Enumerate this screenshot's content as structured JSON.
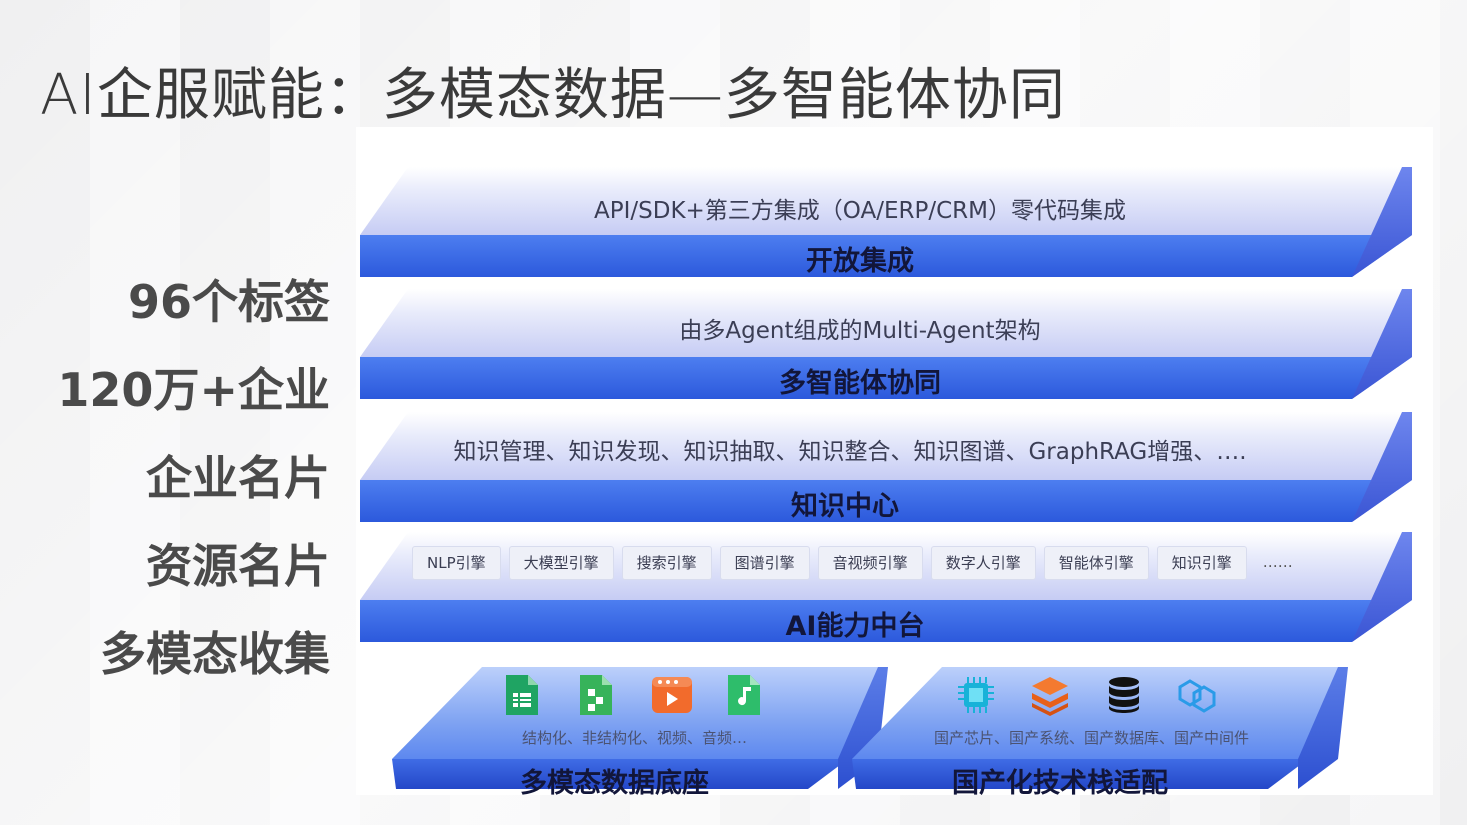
{
  "title": "AI企服赋能：多模态数据—多智能体协同",
  "stats": [
    "96个标签",
    "120万+企业",
    "企业名片",
    "资源名片",
    "多模态收集"
  ],
  "layers": {
    "open": {
      "sub": "API/SDK+第三方集成（OA/ERP/CRM）零代码集成",
      "name": "开放集成"
    },
    "agent": {
      "sub": "由多Agent组成的Multi-Agent架构",
      "name": "多智能体协同"
    },
    "knowledge": {
      "sub": "知识管理、知识发现、知识抽取、知识整合、知识图谱、GraphRAG增强、….",
      "name": "知识中心"
    },
    "ai": {
      "engines": [
        "NLP引擎",
        "大模型引擎",
        "搜索引擎",
        "图谱引擎",
        "音视频引擎",
        "数字人引擎",
        "智能体引擎",
        "知识引擎",
        "……"
      ],
      "name": "AI能力中台"
    }
  },
  "platforms": {
    "data": {
      "text": "结构化、非结构化、视频、音频…",
      "name": "多模态数据底座",
      "icons": [
        "spreadsheet-icon",
        "structured-file-icon",
        "video-file-icon",
        "audio-file-icon"
      ]
    },
    "domestic": {
      "text": "国产芯片、国产系统、国产数据库、国产中间件",
      "name": "国产化技术栈适配",
      "icons": [
        "chip-icon",
        "system-layers-icon",
        "database-icon",
        "middleware-icon"
      ]
    }
  },
  "colors": {
    "slab_front": "#2c59dc",
    "slab_top": "#c6ccf4",
    "text_dark": "#12163a"
  }
}
